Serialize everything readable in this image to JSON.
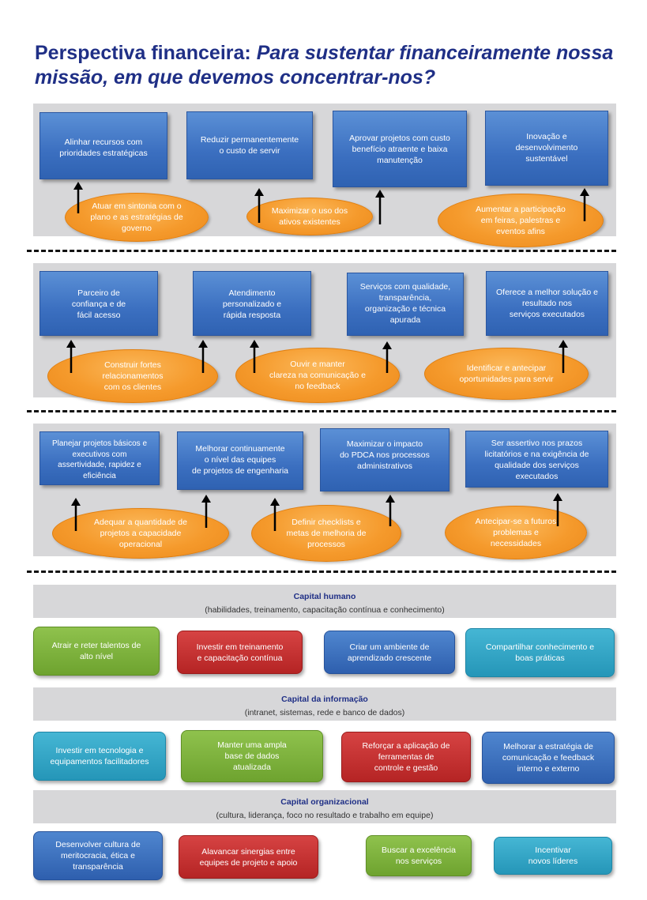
{
  "title": {
    "bold": "Perspectiva financeira:",
    "italic": " Para sustentar financeiramente nossa missão, em que devemos concentrar-nos?"
  },
  "band1": {
    "boxes": [
      "Alinhar recursos com\nprioridades estratégicas",
      "Reduzir permanentemente\no custo de servir",
      "Aprovar projetos com custo\nbenefício atraente e baixa\nmanutenção",
      "Inovação e\ndesenvolvimento\nsustentável"
    ],
    "ovals": [
      "Atuar em sintonia com o\nplano e as estratégias de\ngoverno",
      "Maximizar o uso dos\nativos existentes",
      "Aumentar a participação\nem feiras, palestras e\neventos afins"
    ]
  },
  "band2": {
    "boxes": [
      "Parceiro de\nconfiança e de\nfácil acesso",
      "Atendimento\npersonalizado e\nrápida resposta",
      "Serviços com qualidade,\ntransparência,\norganização e técnica\napurada",
      "Oferece a melhor solução e\nresultado nos\nserviços executados"
    ],
    "ovals": [
      "Construir fortes\nrelacionamentos\ncom os clientes",
      "Ouvir e manter\nclareza na comunicação e\nno feedback",
      "Identificar e antecipar\noportunidades para servir"
    ]
  },
  "band3": {
    "boxes": [
      "Planejar projetos básicos e\nexecutivos com\nassertividade, rapidez e\neficiência",
      "Melhorar continuamente\no nível das equipes\nde projetos de engenharia",
      "Maximizar o impacto\ndo PDCA nos processos\nadministrativos",
      "Ser assertivo nos prazos\nlicitatórios e na exigência de\nqualidade dos serviços\nexecutados"
    ],
    "ovals": [
      "Adequar a quantidade de\nprojetos a capacidade\noperacional",
      "Definir checklists e\nmetas de melhoria de\nprocessos",
      "Antecipar-se a futuros\nproblemas e\nnecessidades"
    ]
  },
  "capital_humano": {
    "title": "Capital humano",
    "subtitle": "(habilidades, treinamento, capacitação contínua e conhecimento)",
    "items": [
      "Atrair e reter talentos de\nalto nível",
      "Investir em treinamento\ne capacitação contínua",
      "Criar um ambiente de\naprendizado crescente",
      "Compartilhar conhecimento e\nboas práticas"
    ]
  },
  "capital_informacao": {
    "title": "Capital da informação",
    "subtitle": "(intranet, sistemas, rede e banco de dados)",
    "items": [
      "Investir em tecnologia e\nequipamentos facilitadores",
      "Manter uma ampla\nbase de dados\natualizada",
      "Reforçar a aplicação de\nferramentas de\ncontrole e gestão",
      "Melhorar a estratégia de\ncomunicação e feedback\ninterno e externo"
    ]
  },
  "capital_organizacional": {
    "title": "Capital organizacional",
    "subtitle": "(cultura, liderança, foco no resultado e trabalho em equipe)",
    "items": [
      "Desenvolver cultura de\nmeritocracia, ética e\ntransparência",
      "Alavancar sinergias entre\nequipes de projeto e apoio",
      "Buscar a excelência\nnos serviços",
      "Incentivar\nnovos  líderes"
    ]
  },
  "colors": {
    "title": "#1f2f86",
    "band": "#d7d7d9",
    "box_blue": "#3b6fc0",
    "oval_orange": "#f59a2c",
    "green": "#6ea32f",
    "red": "#b52424",
    "cyan": "#2596b8"
  }
}
